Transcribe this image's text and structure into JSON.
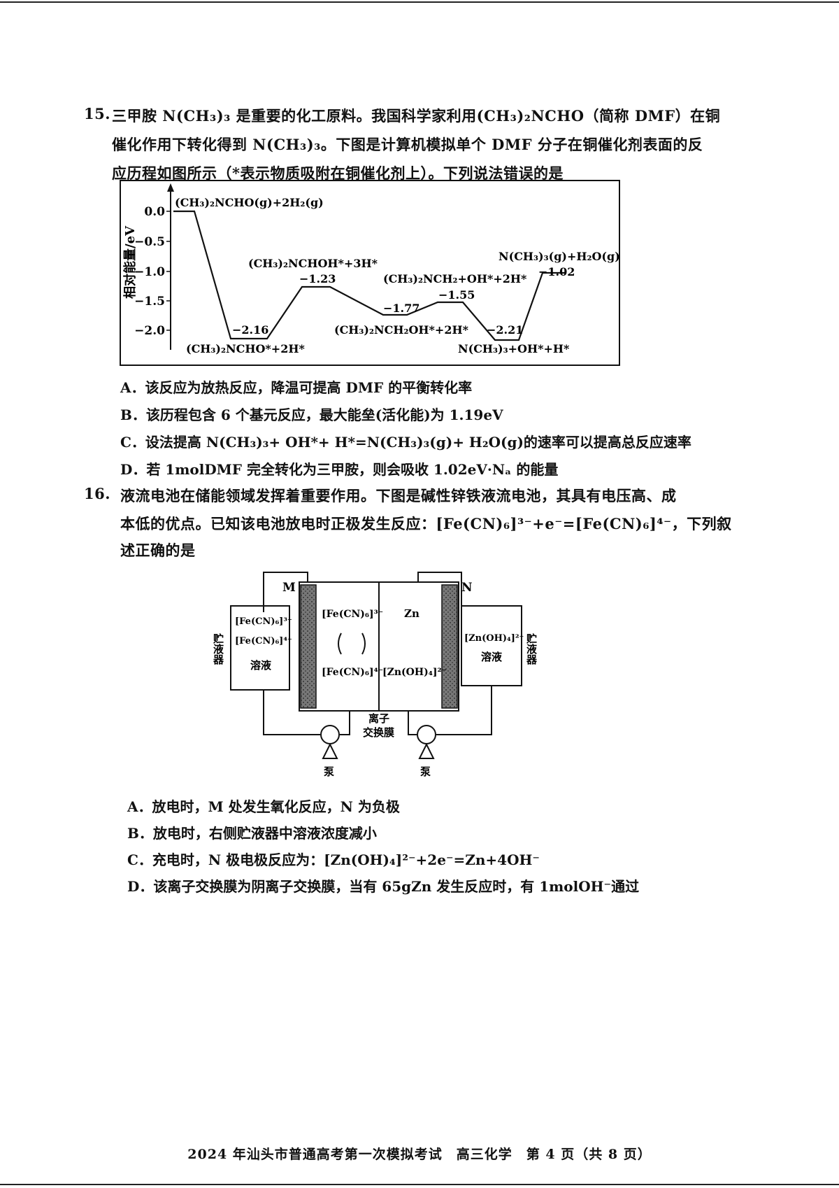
{
  "q15": {
    "number": "15.",
    "line1": "三甲胺 N(CH₃)₃ 是重要的化工原料。我国科学家利用(CH₃)₂NCHO（简称 DMF）在铜",
    "line2": "催化作用下转化得到 N(CH₃)₃。下图是计算机模拟单个 DMF 分子在铜催化剂表面的反",
    "line3": "应历程如图所示（*表示物质吸附在铜催化剂上）。下列说法错误的是",
    "chart": {
      "ylabel": "相对能量/eV",
      "yticks": [
        "0.0",
        "−0.5",
        "−1.0",
        "−1.5",
        "−2.0"
      ],
      "species": [
        "(CH₃)₂NCHO(g)+2H₂(g)",
        "(CH₃)₂NCHO*+2H*",
        "(CH₃)₂NCHOH*+3H*",
        "(CH₃)₂NCH₂OH*+2H*",
        "(CH₃)₂NCH₂+OH*+2H*",
        "N(CH₃)₃+OH*+H*",
        "N(CH₃)₃(g)+H₂O(g)"
      ],
      "value_labels": [
        "−2.16",
        "−1.23",
        "−1.77",
        "−1.55",
        "−2.21",
        "−1.02"
      ]
    },
    "options": [
      "A．该反应为放热反应，降温可提高 DMF 的平衡转化率",
      "B．该历程包含 6 个基元反应，最大能垒(活化能)为 1.19eV",
      "C．设法提高 N(CH₃)₃+ OH*+ H*=N(CH₃)₃(g)+ H₂O(g)的速率可以提高总反应速率",
      "D．若 1molDMF 完全转化为三甲胺，则会吸收 1.02eV·Nₐ 的能量"
    ]
  },
  "q16": {
    "number": "16.",
    "line1": "液流电池在储能领域发挥着重要作用。下图是碱性锌铁液流电池，其具有电压高、成",
    "line2": "本低的优点。已知该电池放电时正极发生反应：[Fe(CN)₆]³⁻+e⁻=[Fe(CN)₆]⁴⁻，下列叙",
    "line3": "述正确的是",
    "diagram": {
      "electrode_m": "M",
      "electrode_n": "N",
      "left_tank_1": "[Fe(CN)₆]³⁻",
      "left_tank_2": "[Fe(CN)₆]⁴⁻",
      "left_tank_3": "溶液",
      "tank_label": "贮液器",
      "cell_fe3": "[Fe(CN)₆]³⁻",
      "cell_fe4": "[Fe(CN)₆]⁴⁻",
      "cell_zn": "Zn",
      "cell_znoh": "[Zn(OH)₄]²⁻",
      "right_tank_1": "[Zn(OH)₄]²⁻",
      "right_tank_2": "溶液",
      "membrane": "离子交换膜",
      "pump": "泵"
    },
    "options": [
      "A．放电时，M 处发生氧化反应，N 为负极",
      "B．放电时，右侧贮液器中溶液浓度减小",
      "C．充电时，N 极电极反应为：[Zn(OH)₄]²⁻+2e⁻=Zn+4OH⁻",
      "D．该离子交换膜为阴离子交换膜，当有 65gZn 发生反应时，有 1molOH⁻通过"
    ]
  },
  "footer": "2024 年汕头市普通高考第一次模拟考试　高三化学　第 4 页（共 8 页）"
}
